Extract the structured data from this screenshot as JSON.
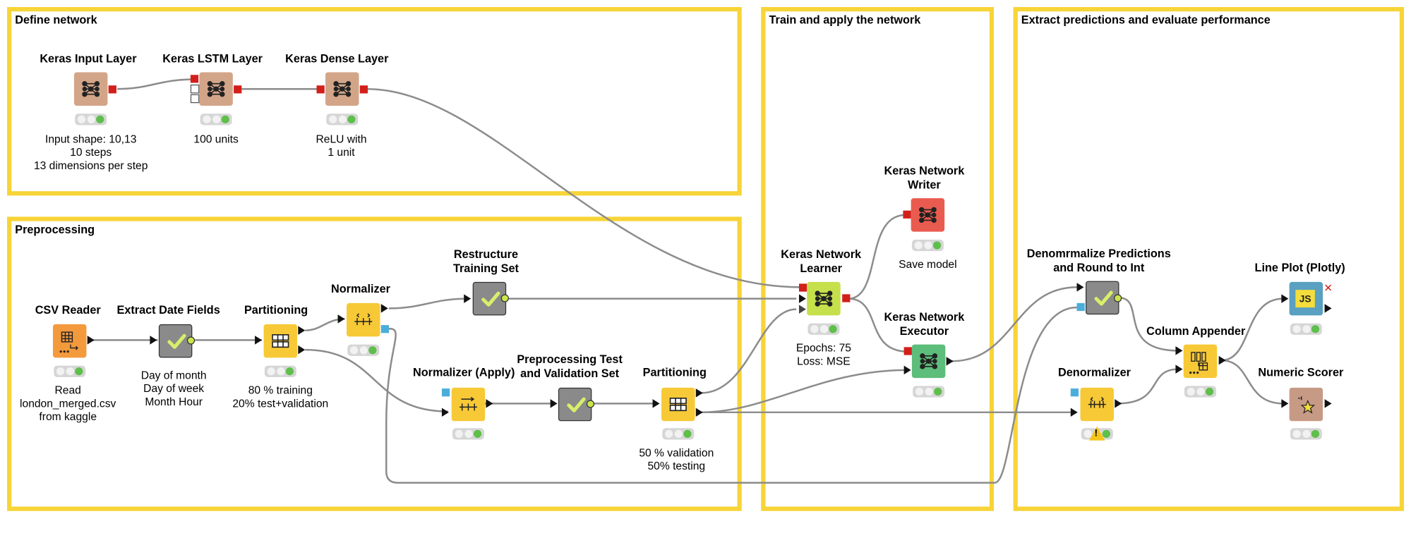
{
  "annotations": {
    "define": "Define network",
    "preprocessing": "Preprocessing",
    "train": "Train and apply the network",
    "extract": "Extract predictions and evaluate performance"
  },
  "nodes": {
    "keras_input": {
      "title": [
        "Keras Input Layer"
      ],
      "label": [
        "Input shape:  10,13",
        "10 steps",
        "13 dimensions per step"
      ]
    },
    "keras_lstm": {
      "title": [
        "Keras LSTM Layer"
      ],
      "label": [
        "100 units"
      ]
    },
    "keras_dense": {
      "title": [
        "Keras Dense Layer"
      ],
      "label": [
        "ReLU with",
        "1 unit"
      ]
    },
    "csv_reader": {
      "title": [
        "CSV Reader"
      ],
      "label": [
        "Read",
        "london_merged.csv",
        "from kaggle"
      ]
    },
    "extract_date": {
      "title": [
        "Extract Date Fields"
      ],
      "label": [
        "Day of month",
        "Day of week",
        "Month Hour"
      ]
    },
    "partitioning1": {
      "title": [
        "Partitioning"
      ],
      "label": [
        "80 % training",
        "20% test+validation"
      ]
    },
    "normalizer": {
      "title": [
        "Normalizer"
      ],
      "label": []
    },
    "restructure": {
      "title": [
        "Restructure",
        "Training Set"
      ],
      "label": []
    },
    "normalizer_apply": {
      "title": [
        "Normalizer (Apply)"
      ],
      "label": []
    },
    "preprocessing_test": {
      "title": [
        "Preprocessing Test",
        "and Validation Set"
      ],
      "label": []
    },
    "partitioning2": {
      "title": [
        "Partitioning"
      ],
      "label": [
        "50 % validation",
        "50% testing"
      ]
    },
    "learner": {
      "title": [
        "Keras Network",
        "Learner"
      ],
      "label": [
        "Epochs: 75",
        "Loss: MSE"
      ]
    },
    "writer": {
      "title": [
        "Keras Network",
        "Writer"
      ],
      "label": [
        "Save model"
      ]
    },
    "executor": {
      "title": [
        "Keras Network",
        "Executor"
      ],
      "label": []
    },
    "denormalize_pred": {
      "title": [
        "Denomrmalize Predictions",
        "and Round to Int"
      ],
      "label": []
    },
    "denormalizer": {
      "title": [
        "Denormalizer"
      ],
      "label": []
    },
    "column_appender": {
      "title": [
        "Column Appender"
      ],
      "label": []
    },
    "line_plot": {
      "title": [
        "Line Plot (Plotly)"
      ],
      "label": [],
      "icon_text": "JS"
    },
    "numeric_scorer": {
      "title": [
        "Numeric Scorer"
      ],
      "label": []
    }
  },
  "colors": {
    "annotation_border": "#f7d437",
    "keras_layer": "#d3a588",
    "manipulator": "#f7c936",
    "metanode": "#8a8a8a",
    "source": "#f39a3d",
    "learner": "#c5e04b",
    "writer": "#ea5b4f",
    "predictor": "#5dbd7a",
    "visualizer": "#5aa0c0",
    "scorer": "#c79a86",
    "connection": "#8c8c8c"
  }
}
